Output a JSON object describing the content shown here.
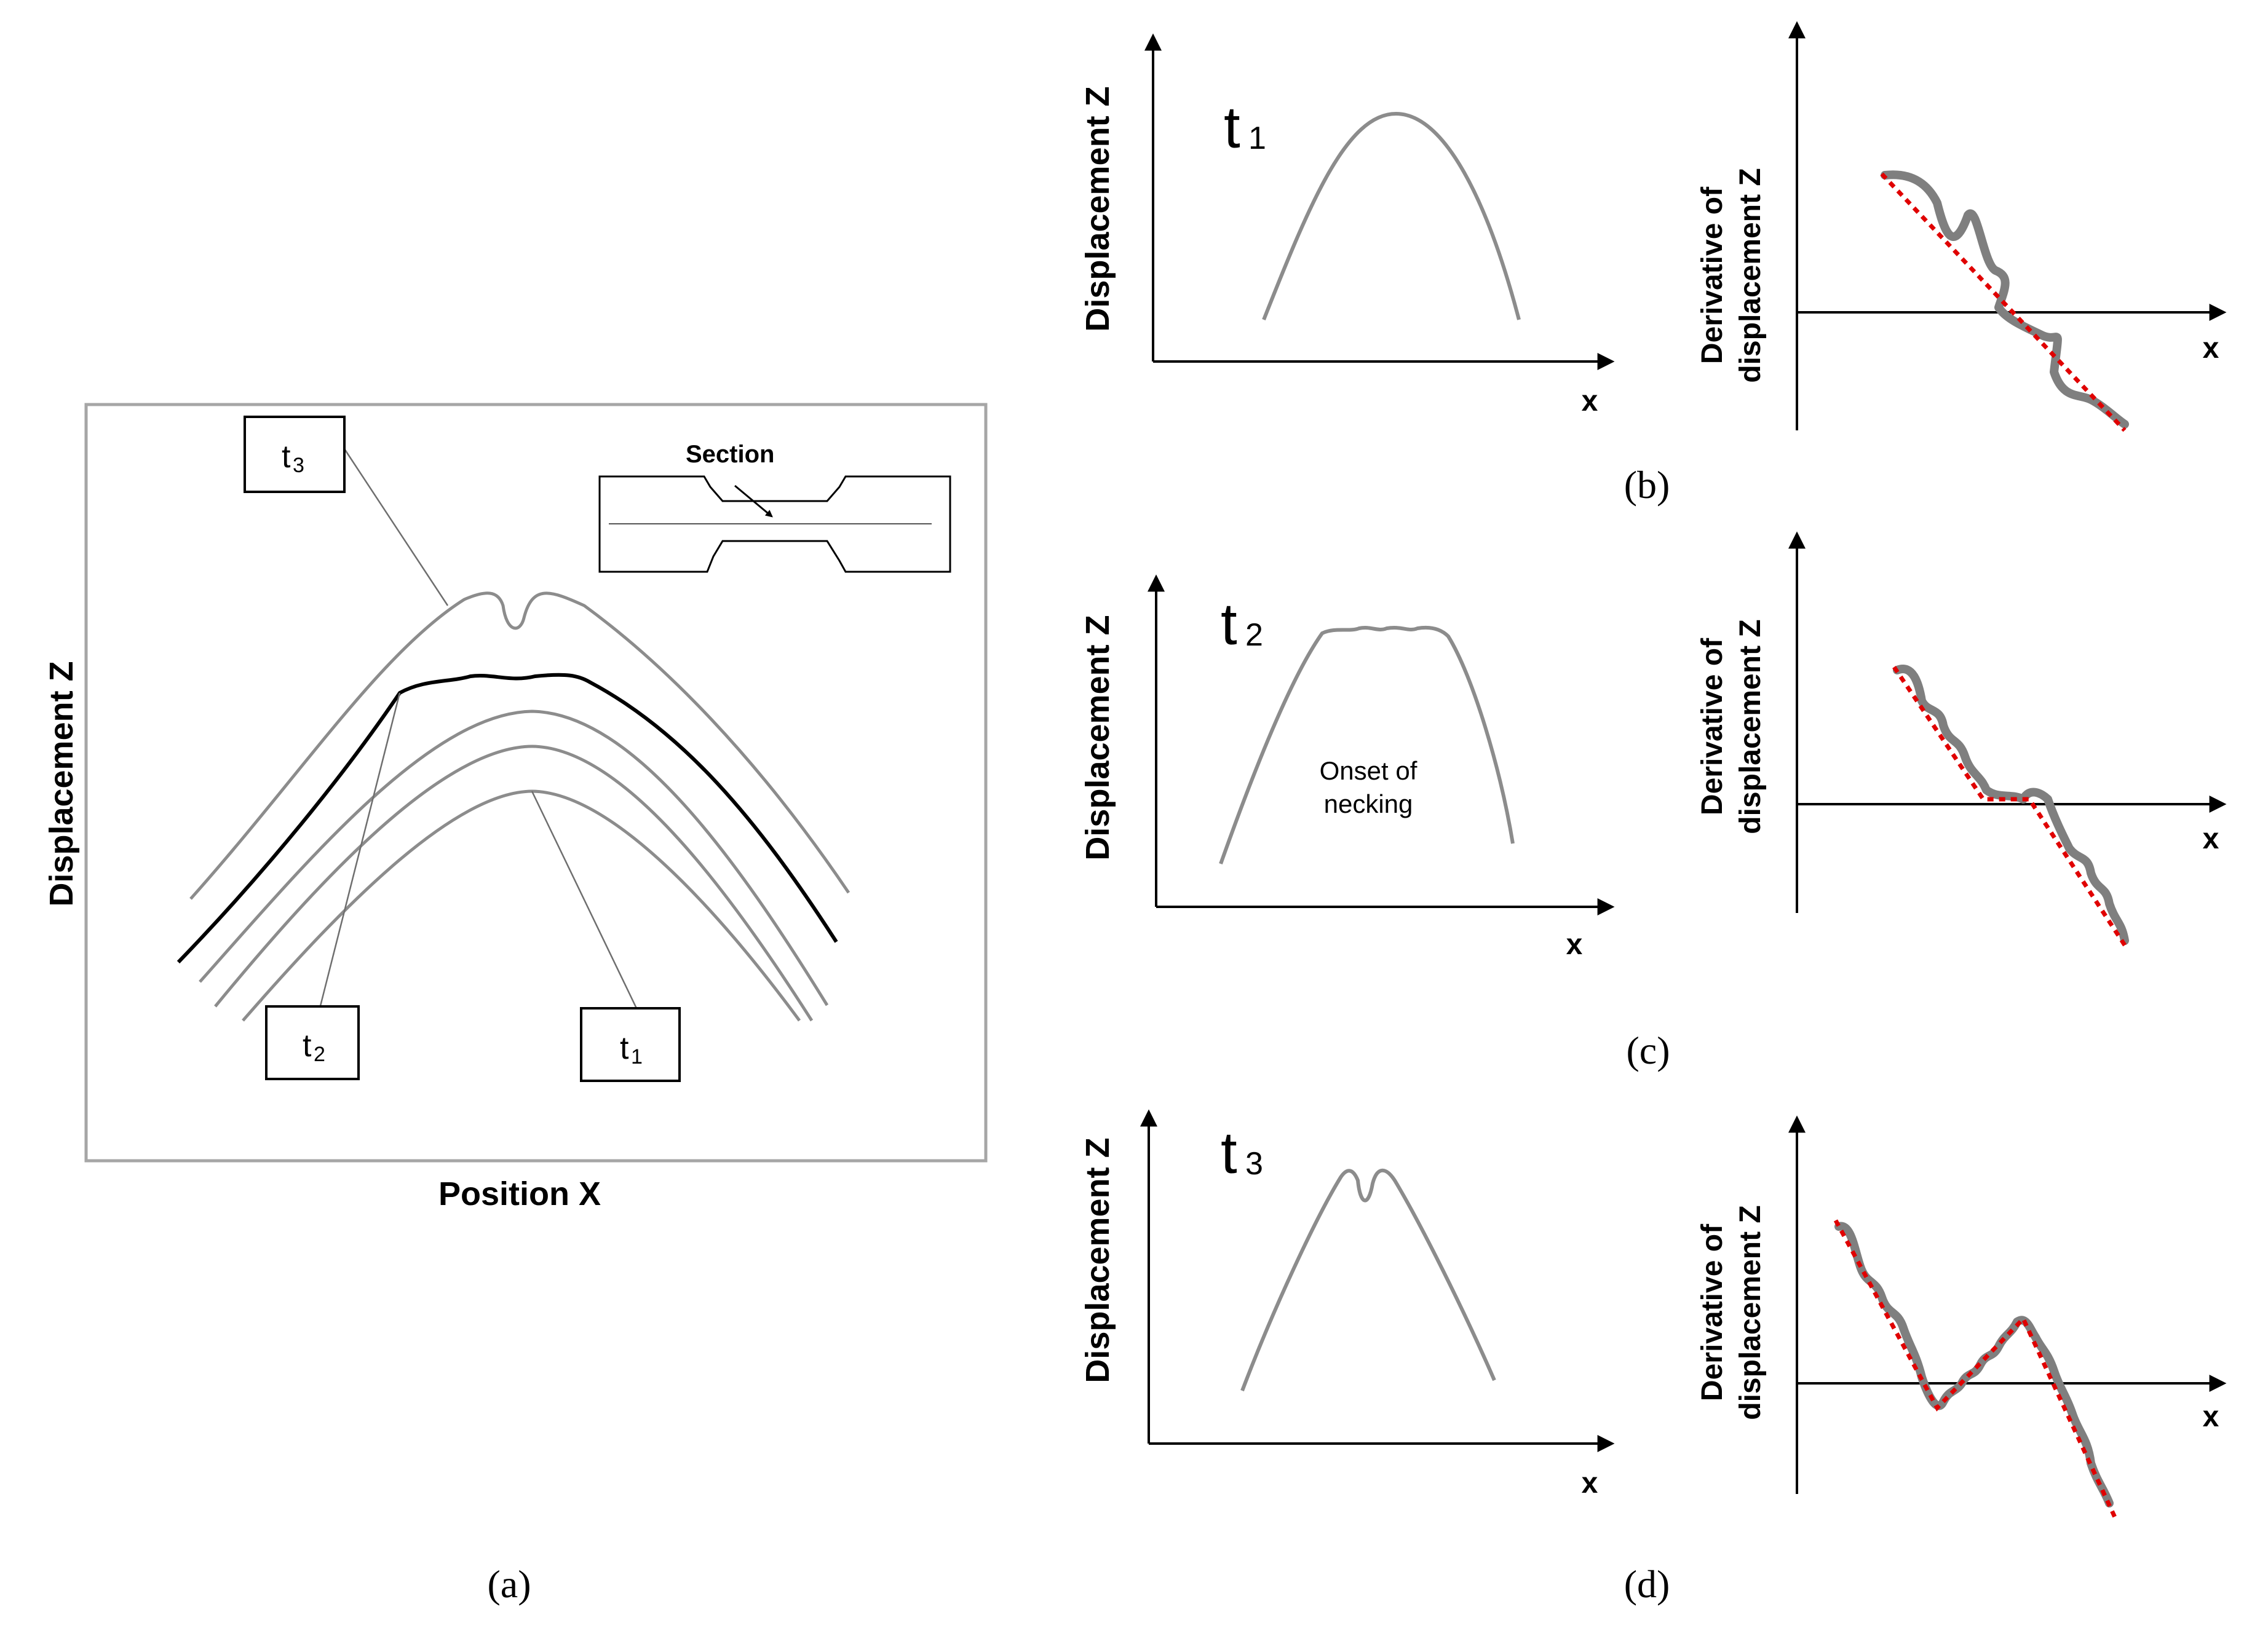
{
  "panel_a": {
    "caption": "(a)",
    "y_axis_label": "Displacement Z",
    "x_axis_label": "Position X",
    "inset_label": "Section",
    "callouts": {
      "t3": "t",
      "t3_sub": "3",
      "t2": "t",
      "t2_sub": "2",
      "t1": "t",
      "t1_sub": "1"
    }
  },
  "panels_right": [
    {
      "caption": "(b)",
      "left": {
        "time_label": "t",
        "time_sub": "1",
        "y_label": "Displacement Z",
        "x_label": "x"
      },
      "right": {
        "y_label_line1": "Derivative of",
        "y_label_line2": "displacement Z",
        "x_label": "x"
      }
    },
    {
      "caption": "(c)",
      "left": {
        "time_label": "t",
        "time_sub": "2",
        "y_label": "Displacement Z",
        "x_label": "x",
        "note_line1": "Onset of",
        "note_line2": "necking"
      },
      "right": {
        "y_label_line1": "Derivative of",
        "y_label_line2": "displacement Z",
        "x_label": "x"
      }
    },
    {
      "caption": "(d)",
      "left": {
        "time_label": "t",
        "time_sub": "3",
        "y_label": "Displacement Z",
        "x_label": "x"
      },
      "right": {
        "y_label_line1": "Derivative of",
        "y_label_line2": "displacement Z",
        "x_label": "x"
      }
    }
  ],
  "colors": {
    "curve_gray": "#8c8c8c",
    "fit_red": "#e00000",
    "frame_gray": "#a6a6a6"
  }
}
